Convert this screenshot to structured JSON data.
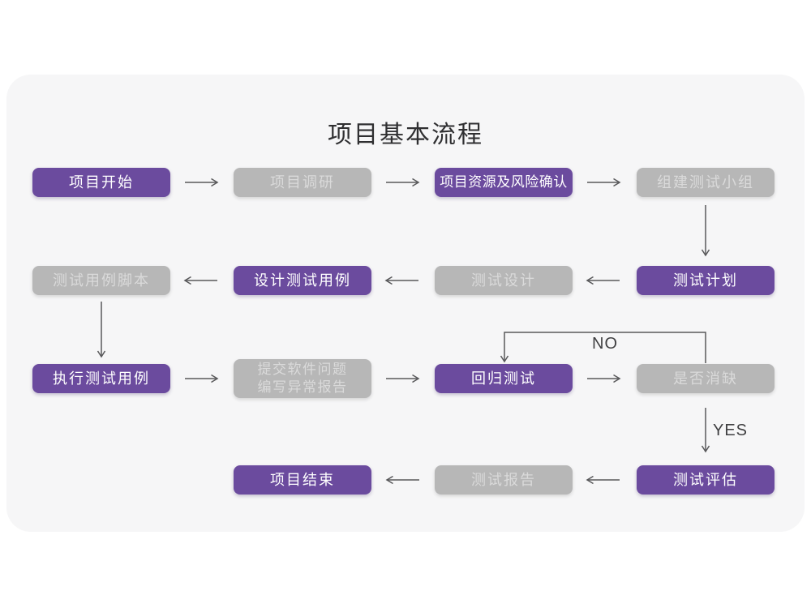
{
  "title": "项目基本流程",
  "colors": {
    "card_bg": "#f6f6f7",
    "node_purple": "#6b4b9e",
    "node_gray": "#b7b7b7",
    "purple_text": "#ffffff",
    "gray_text": "#dadada",
    "arrow": "#58585a",
    "title_text": "#2f2f31"
  },
  "nodes": [
    {
      "id": "project-start",
      "label": "项目开始",
      "type": "purple"
    },
    {
      "id": "project-research",
      "label": "项目调研",
      "type": "gray"
    },
    {
      "id": "resources-risk",
      "label": "项目资源及风险确认",
      "type": "purple"
    },
    {
      "id": "build-test-team",
      "label": "组建测试小组",
      "type": "gray"
    },
    {
      "id": "test-plan",
      "label": "测试计划",
      "type": "purple"
    },
    {
      "id": "test-design",
      "label": "测试设计",
      "type": "gray"
    },
    {
      "id": "design-test-cases",
      "label": "设计测试用例",
      "type": "purple"
    },
    {
      "id": "test-case-scripts",
      "label": "测试用例脚本",
      "type": "gray"
    },
    {
      "id": "execute-test-cases",
      "label": "执行测试用例",
      "type": "purple"
    },
    {
      "id": "submit-issues",
      "lines": [
        "提交软件问题",
        "编写异常报告"
      ],
      "type": "gray"
    },
    {
      "id": "regression-test",
      "label": "回归测试",
      "type": "purple"
    },
    {
      "id": "defect-cleared",
      "label": "是否消缺",
      "type": "gray"
    },
    {
      "id": "test-evaluation",
      "label": "测试评估",
      "type": "purple"
    },
    {
      "id": "test-report",
      "label": "测试报告",
      "type": "gray"
    },
    {
      "id": "project-end",
      "label": "项目结束",
      "type": "purple"
    }
  ],
  "edge_labels": {
    "no": "NO",
    "yes": "YES"
  }
}
